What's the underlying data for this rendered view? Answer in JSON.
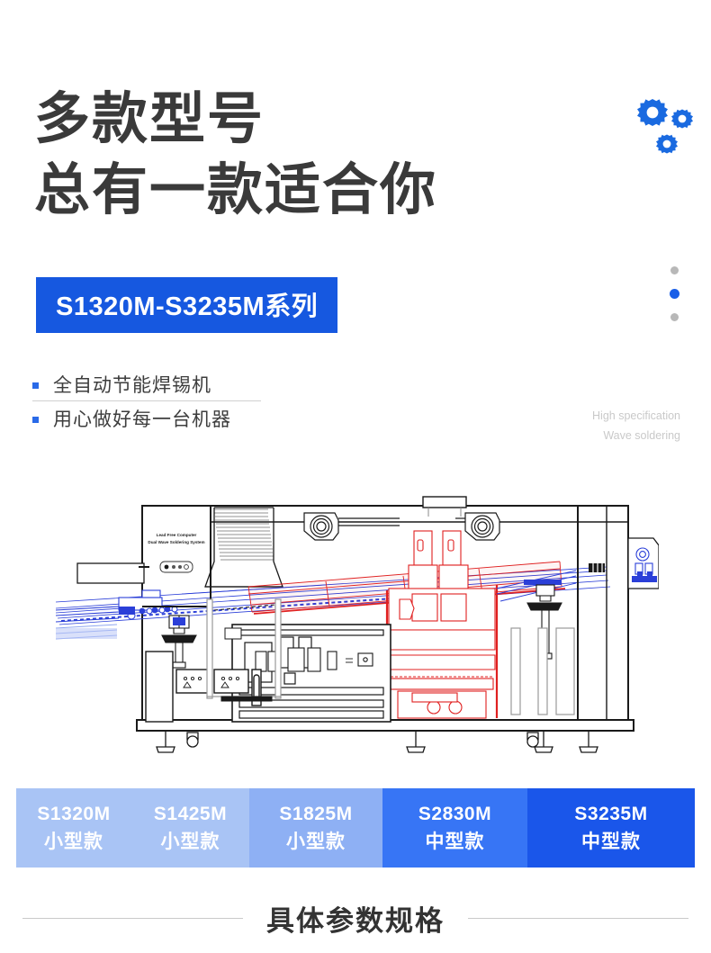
{
  "headline": {
    "line1": "多款型号",
    "line2": "总有一款适合你"
  },
  "series_badge": {
    "label": "S1320M-S3235M系列",
    "bg_color": "#1658e0",
    "text_color": "#ffffff"
  },
  "carousel_dots": {
    "items": [
      {
        "state": "inactive",
        "color": "#b8b8b8"
      },
      {
        "state": "active",
        "color": "#1a5fe8"
      },
      {
        "state": "inactive",
        "color": "#b8b8b8"
      }
    ]
  },
  "features": {
    "bullet_color": "#2a6ae8",
    "items": [
      {
        "text": "全自动节能焊锡机"
      },
      {
        "text": "用心做好每一台机器"
      }
    ]
  },
  "spec_caption": {
    "line1": "High specification",
    "line2": "Wave soldering"
  },
  "gears_icon": {
    "name": "gears-icon",
    "color": "#1a6ae0"
  },
  "machine_drawing": {
    "name": "wave-soldering-machine-blueprint",
    "panel_label_line1": "Lead Free Computer",
    "panel_label_line2": "Dual Wave Soldering System",
    "line_colors": {
      "outline": "#1a1a1a",
      "conveyor_blue": "#2b3fd8",
      "solder_red": "#e02020",
      "gray": "#999999"
    }
  },
  "model_tabs": [
    {
      "code": "S1320M",
      "size": "小型款",
      "bg": "#a9c4f5"
    },
    {
      "code": "S1425M",
      "size": "小型款",
      "bg": "#a9c4f5"
    },
    {
      "code": "S1825M",
      "size": "小型款",
      "bg": "#8eb0f4"
    },
    {
      "code": "S2830M",
      "size": "中型款",
      "bg": "#3775f5"
    },
    {
      "code": "S3235M",
      "size": "中型款",
      "bg": "#1a56ea"
    }
  ],
  "section_heading": {
    "title": "具体参数规格"
  }
}
